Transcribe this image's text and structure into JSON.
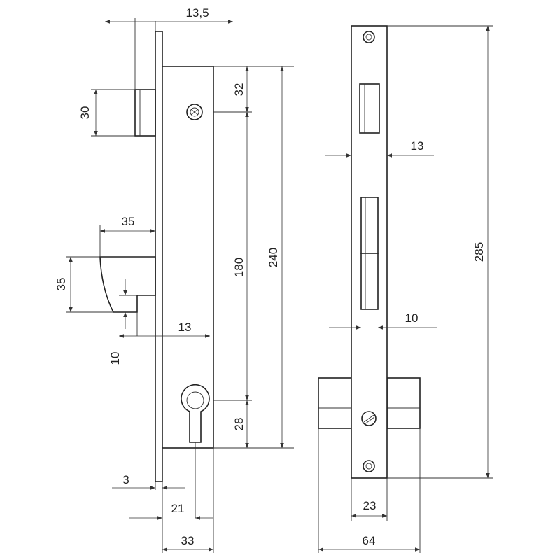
{
  "dimensions": {
    "faceplate_thickness": "13,5",
    "top_screw_offset": "32",
    "latch_height": "30",
    "deadbolt_width": "35",
    "deadbolt_height": "35",
    "deadbolt_tip": "10",
    "deadbolt_offset": "13",
    "screw_to_cylinder": "180",
    "case_height": "240",
    "cylinder_offset": "28",
    "plate_edge": "3",
    "backset": "21",
    "case_depth": "33",
    "faceplate_length": "285",
    "front_latch_width": "13",
    "front_bolt_width": "10",
    "faceplate_width": "23",
    "deadbolt_total_width": "64"
  },
  "colors": {
    "line": "#222222",
    "background": "#ffffff"
  }
}
